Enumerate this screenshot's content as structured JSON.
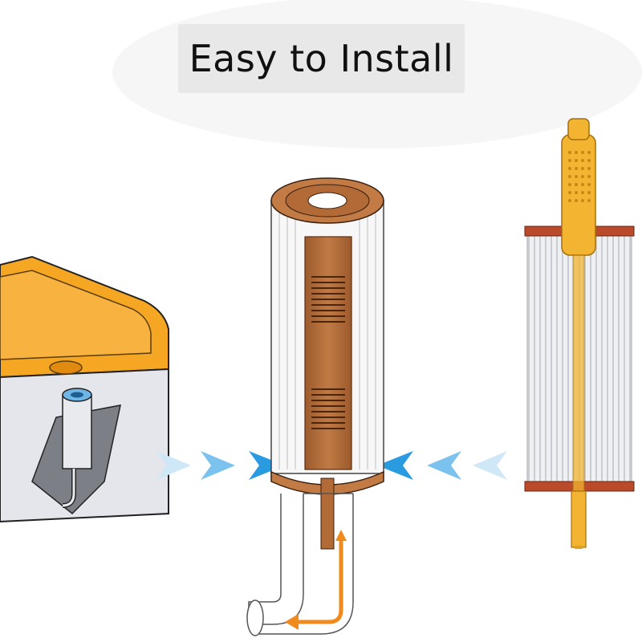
{
  "title": "Easy to Install",
  "colors": {
    "background": "#ffffff",
    "title_box": "#e8e8e8",
    "tub_orange": "#f5a623",
    "filter_brown": "#b8703d",
    "mineral_yellow": "#f3b431",
    "arrow_blue": "#2a9be0",
    "flow_arrow": "#f08a1c"
  },
  "icons": {
    "hot_tub": "hot-tub-illustration",
    "filter_cutaway": "filter-cutaway-illustration",
    "mineral_stick": "mineral-stick-illustration",
    "arrows": "chevron-arrow-icons"
  }
}
